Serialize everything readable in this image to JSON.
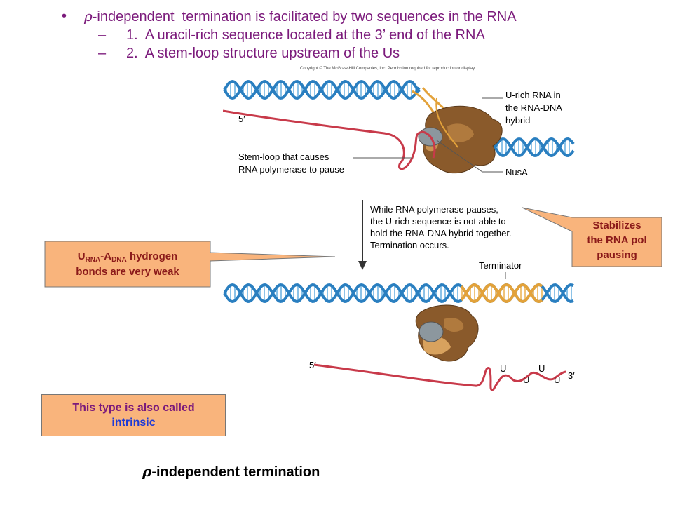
{
  "bullets": {
    "main": {
      "rho": "ρ",
      "text": "-independent  termination is facilitated by two sequences in the RNA"
    },
    "subs": [
      {
        "mark": "–",
        "text": "1.  A uracil-rich sequence located at the 3’ end of the RNA"
      },
      {
        "mark": "–",
        "text": "2.  A stem-loop structure upstream of the Us"
      }
    ]
  },
  "copyright": "Copyright © The McGraw-Hill Companies, Inc. Permission required for reproduction or display.",
  "figure_labels": {
    "five_prime_top": "5′",
    "u_rich_line1": "U-rich RNA in",
    "u_rich_line2": "the RNA-DNA",
    "u_rich_line3": "hybrid",
    "stem_loop_line1": "Stem-loop that causes",
    "stem_loop_line2": "RNA polymerase to pause",
    "nusa": "NusA",
    "pause_line1": "While RNA polymerase pauses,",
    "pause_line2": "the U-rich sequence is not able to",
    "pause_line3": "hold the RNA-DNA hybrid together.",
    "pause_line4": "Termination occurs.",
    "terminator": "Terminator",
    "five_prime_bottom": "5′",
    "three_prime": "3′",
    "u_letter": "U"
  },
  "callouts": {
    "hydrogen": {
      "u": "U",
      "rna": "RNA",
      "dash": "-A",
      "dna": "DNA",
      "rest": " hydrogen",
      "line2": "bonds are very weak"
    },
    "stabilizes": {
      "line1": "Stabilizes",
      "line2": "the RNA pol",
      "line3": "pausing"
    }
  },
  "note": {
    "line1": "This type is also called",
    "line2": "intrinsic"
  },
  "caption": {
    "rho": "ρ",
    "text": "-independent termination"
  },
  "colors": {
    "bullet_text": "#7b1a7b",
    "callout_fill": "#f9b47c",
    "callout_text": "#8b1a1a",
    "note_text": "#7b1a7b",
    "intrinsic": "#1f3bd6",
    "dna_blue": "#2a7fc0",
    "rna_red": "#c83a4a",
    "terminator_orange": "#e3a23a",
    "polymerase_brown": "#8a5a2b"
  }
}
